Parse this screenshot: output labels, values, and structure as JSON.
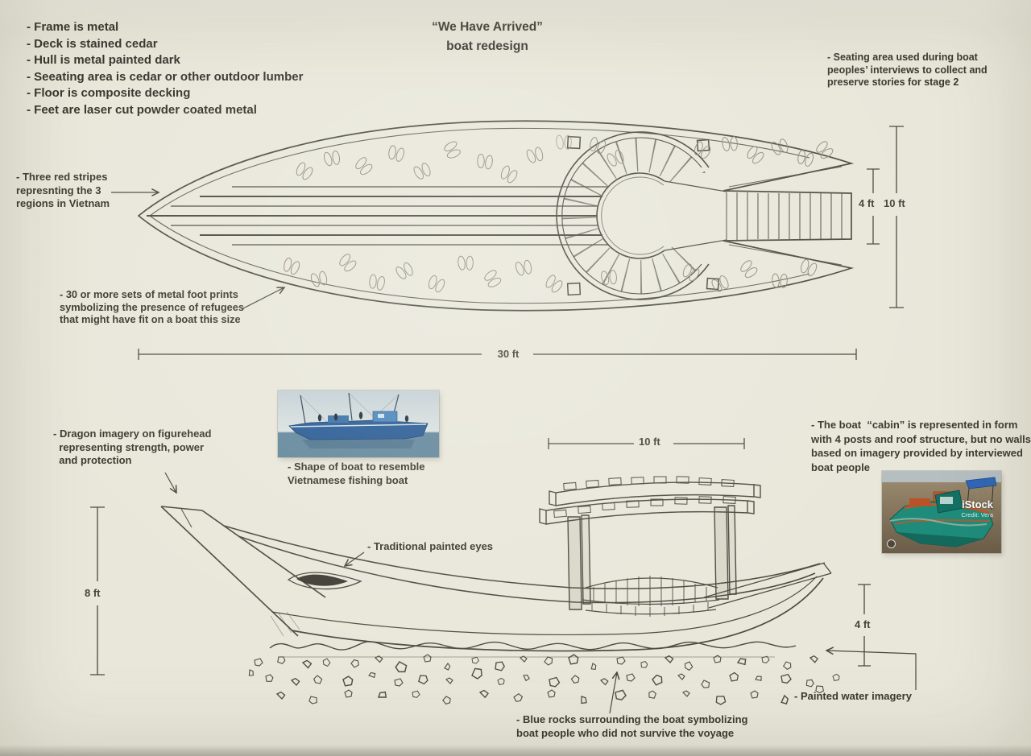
{
  "title": {
    "line1": "“We Have Arrived”",
    "line2": "boat redesign"
  },
  "materials": {
    "items": [
      "- Frame is metal",
      "- Deck is stained cedar",
      "- Hull is metal painted dark",
      "- Seeating area is cedar or other outdoor lumber",
      "- Floor is composite decking",
      "- Feet are laser cut powder coated metal"
    ]
  },
  "notes": {
    "seating": "- Seating area used during boat\npeoples’ interviews to collect and\npreserve stories for stage 2",
    "stripes": "- Three red stripes\nrepresnting the 3\nregions in Vietnam",
    "footprints": "- 30 or more sets of metal foot prints\nsymbolizing the presence of refugees\nthat might have fit on a boat this size",
    "dragon": "- Dragon imagery on figurehead\n  representing strength, power\n  and protection",
    "boat_shape": "- Shape of boat to resemble\nVietnamese fishing boat",
    "cabin": "- The boat  “cabin” is represented in form\nwith 4 posts and roof structure, but no walls.\nbased on imagery provided by interviewed\nboat people",
    "eyes": "- Traditional painted eyes",
    "water": "- Painted water imagery",
    "rocks": "- Blue rocks surrounding the boat symbolizing\nboat people who did not survive the voyage"
  },
  "dimensions": {
    "top_view": {
      "length": "30 ft",
      "beam": "10 ft",
      "seating": "4 ft"
    },
    "side_view": {
      "height": "8 ft",
      "cabin_width": "10 ft",
      "stern": "4 ft"
    }
  },
  "photos": {
    "istock": {
      "watermark": "iStock",
      "credit": "Credit: Vera"
    }
  },
  "colors": {
    "paper": "#e9e7da",
    "ink": "#3a392f",
    "pencil": "#4c4b42",
    "footprint_gray": "#8f8e7e",
    "photo_boat_blue": "#2a5c95",
    "istock_teal": "#1f8c7b",
    "istock_orange": "#c2562a"
  }
}
